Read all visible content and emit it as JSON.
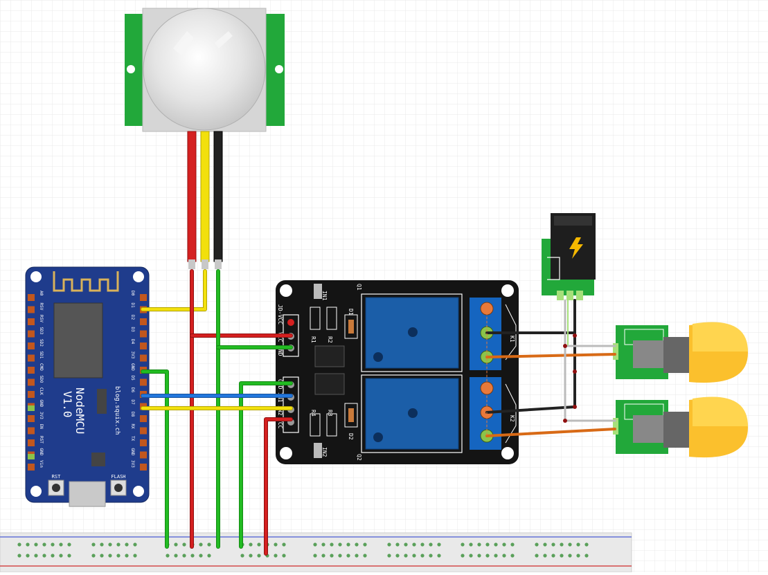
{
  "nodemcu": {
    "title": "NodeMCU",
    "version": "V1.0",
    "site": "blog.squix.ch",
    "btn_rst": "RST",
    "btn_flash": "FLASH",
    "pins_right": [
      "D0",
      "D1",
      "D2",
      "D3",
      "D4",
      "3V3",
      "GND",
      "D5",
      "D6",
      "D7",
      "D8",
      "RX",
      "TX",
      "GND",
      "3V3"
    ],
    "pins_left": [
      "A0",
      "RSV",
      "RSV",
      "SD3",
      "SD2",
      "SD1",
      "CMD",
      "SDO",
      "CLK",
      "GND",
      "3V3",
      "EN",
      "RST",
      "GND",
      "Vin"
    ]
  },
  "relay": {
    "header_label": "JD-VCC",
    "pin_labels_top": [
      "VCC",
      "GND"
    ],
    "pin_labels_bottom": [
      "GND",
      "IN1",
      "IN2",
      "VCC"
    ],
    "components": [
      "IN1",
      "R1",
      "R2",
      "D1",
      "Q1",
      "R4",
      "R3",
      "D2",
      "IN2",
      "Q2",
      "K1",
      "K2"
    ]
  },
  "colors": {
    "wire_red": "#d42020",
    "wire_yellow": "#f2e00c",
    "wire_black": "#222222",
    "wire_green": "#22bb22",
    "wire_blue": "#2277dd",
    "wire_orange": "#d86a16",
    "wire_gray": "#aaaaaa",
    "board_blue": "#1f3c8c",
    "relay_black": "#141414",
    "relay_coil": "#1b5ea8",
    "terminal_blue": "#1565c0",
    "pir_green": "#22a83a",
    "bulb_yellow": "#fbc02d"
  }
}
